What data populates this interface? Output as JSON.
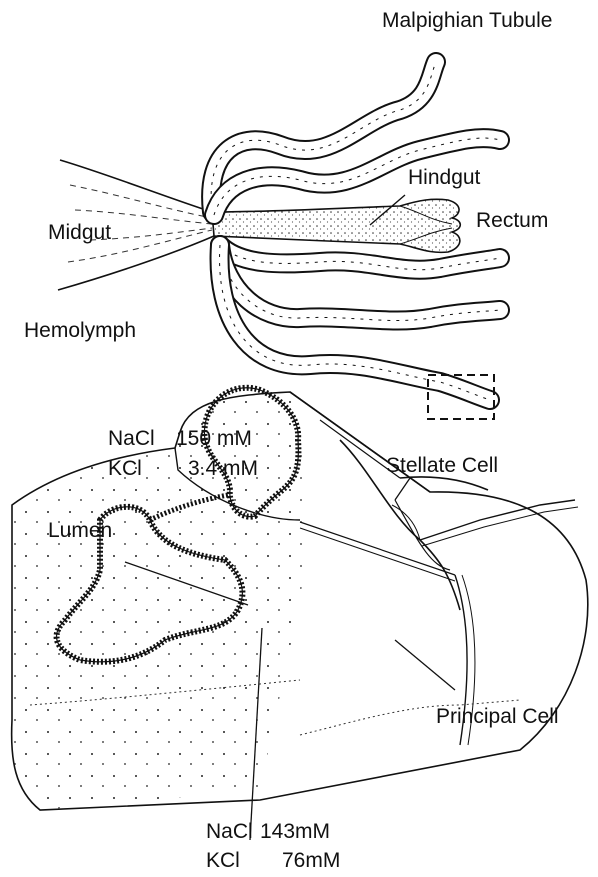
{
  "labels": {
    "malpighian_tubule": "Malpighian Tubule",
    "hindgut": "Hindgut",
    "midgut": "Midgut",
    "rectum": "Rectum",
    "hemolymph": "Hemolymph",
    "stellate_cell": "Stellate Cell",
    "lumen": "Lumen",
    "principal_cell": "Principal Cell"
  },
  "hemolymph_concentrations": [
    {
      "ion": "NaCl",
      "value": "150 mM"
    },
    {
      "ion": "KCl",
      "value": "3.4 mM"
    }
  ],
  "lumen_concentrations": [
    {
      "ion": "NaCl",
      "value": "143mM"
    },
    {
      "ion": "KCl",
      "value": "76mM"
    }
  ],
  "colors": {
    "line": "#111111",
    "background": "#ffffff"
  }
}
